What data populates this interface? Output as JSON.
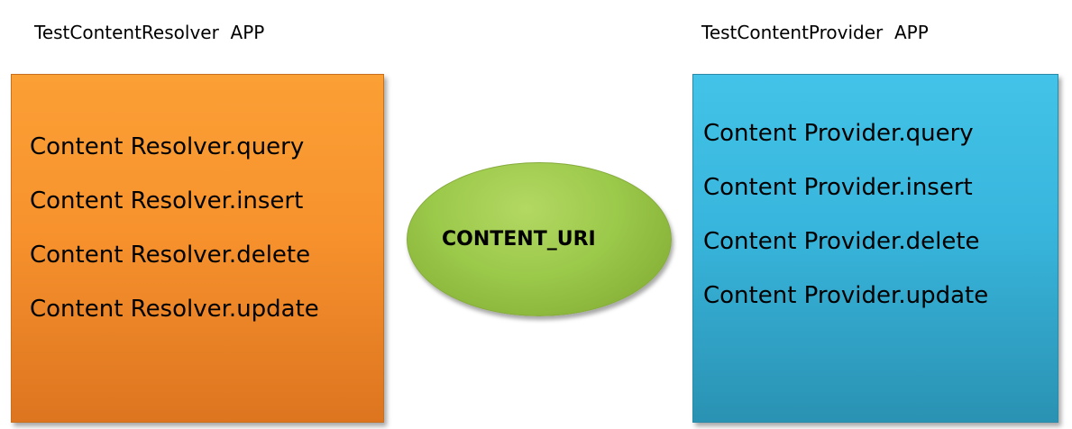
{
  "resolver_app": {
    "title": "TestContentResolver  APP",
    "methods": [
      "Content Resolver.query",
      "Content Resolver.insert",
      "Content Resolver.delete",
      "Content Resolver.update"
    ],
    "color": "#f7922d"
  },
  "uri": {
    "label": "CONTENT_URI",
    "color": "#9bc94a"
  },
  "provider_app": {
    "title": "TestContentProvider  APP",
    "methods": [
      "Content Provider.query",
      "Content Provider.insert",
      "Content Provider.delete",
      "Content Provider.update"
    ],
    "color": "#38b5dc"
  }
}
